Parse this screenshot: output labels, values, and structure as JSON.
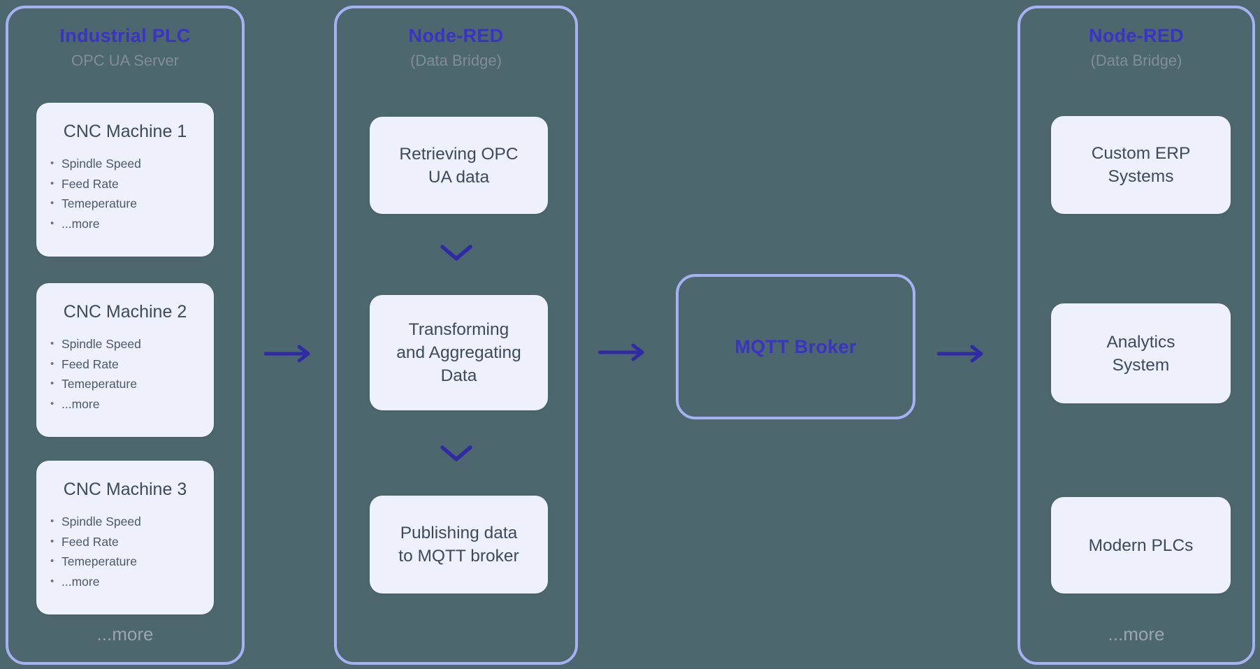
{
  "colors": {
    "background": "#4d676e",
    "panel_border": "#a4b2f2",
    "card_bg": "#eef1fb",
    "heading_accent": "#3b33c4",
    "subtitle": "#828c9b",
    "muted": "#9ba4b2",
    "arrow": "#312aa5",
    "card_text": "#3e4a5b",
    "bullet_text": "#4d5868"
  },
  "icons": {
    "flow_arrow": "arrow-right-icon",
    "step_arrow": "chevron-down-icon"
  },
  "panels": {
    "source": {
      "title": "Industrial PLC",
      "subtitle": "OPC UA Server",
      "machines": [
        {
          "name": "CNC Machine 1",
          "metrics": [
            "Spindle Speed",
            "Feed Rate",
            "Temeperature",
            "...more"
          ]
        },
        {
          "name": "CNC Machine 2",
          "metrics": [
            "Spindle Speed",
            "Feed Rate",
            "Temeperature",
            "...more"
          ]
        },
        {
          "name": "CNC Machine 3",
          "metrics": [
            "Spindle Speed",
            "Feed Rate",
            "Temeperature",
            "...more"
          ]
        }
      ],
      "more_label": "...more"
    },
    "bridge": {
      "title": "Node-RED",
      "subtitle": "(Data Bridge)",
      "steps": [
        "Retrieving OPC UA data",
        "Transforming and Aggregating Data",
        "Publishing data to MQTT broker"
      ]
    },
    "broker": {
      "title": "MQTT Broker"
    },
    "consumers": {
      "title": "Node-RED",
      "subtitle": "(Data Bridge)",
      "systems": [
        "Custom ERP Systems",
        "Analytics System",
        "Modern PLCs"
      ],
      "more_label": "...more"
    }
  }
}
